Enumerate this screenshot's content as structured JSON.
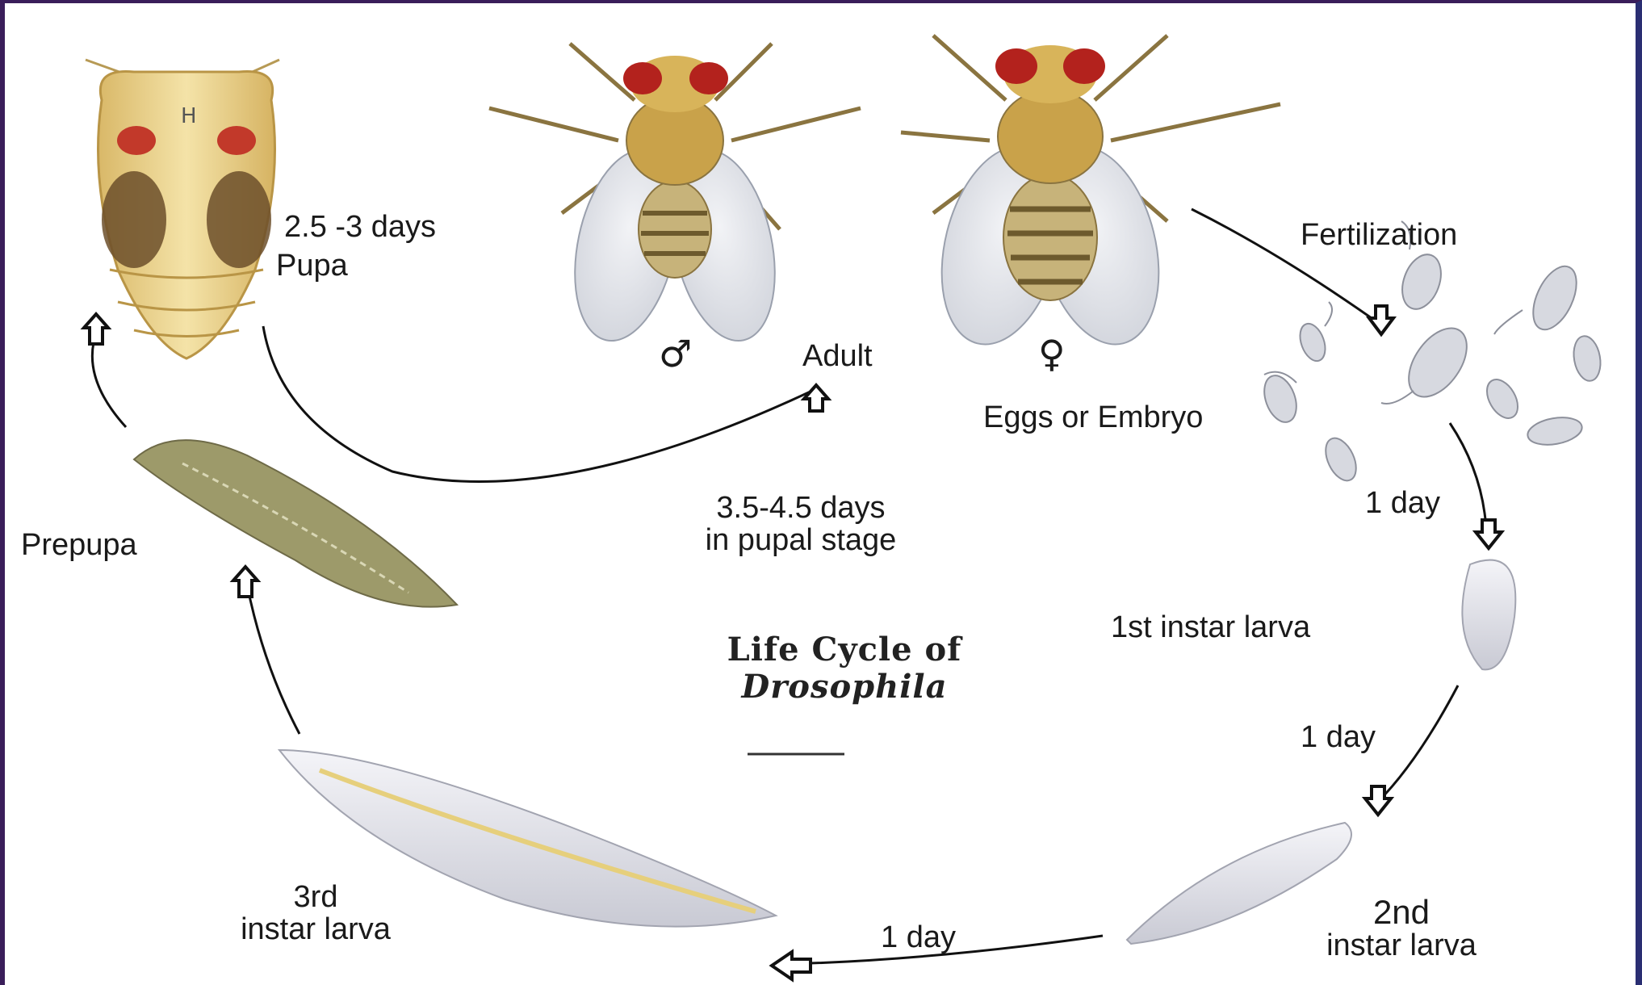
{
  "title": {
    "line1": "Life Cycle of",
    "line2": "Drosophila"
  },
  "labels": {
    "pupa_duration": "2.5 -3 days",
    "pupa": "Pupa",
    "adult": "Adult",
    "male_symbol": "♂",
    "female_symbol": "♀",
    "fertilization": "Fertilization",
    "eggs": "Eggs or Embryo",
    "pupal_stage_line1": "3.5-4.5 days",
    "pupal_stage_line2": "in pupal stage",
    "prepupa": "Prepupa",
    "day_eggs_to_first": "1 day",
    "first_instar": "1st instar larva",
    "day_first_to_second": "1 day",
    "second_instar_line1": "2nd",
    "second_instar_line2": "instar larva",
    "day_second_to_third": "1 day",
    "third_instar_line1": "3rd",
    "third_instar_line2": "instar larva"
  },
  "colors": {
    "fly_body": "#c9a24a",
    "fly_eye": "#b3221d",
    "pupa_body": "#e8cf84",
    "prepupa_body": "#9d9a6a",
    "larva_body": "#e4e4ea",
    "egg": "#d7d9e0",
    "frame": "#3a1e5a"
  }
}
